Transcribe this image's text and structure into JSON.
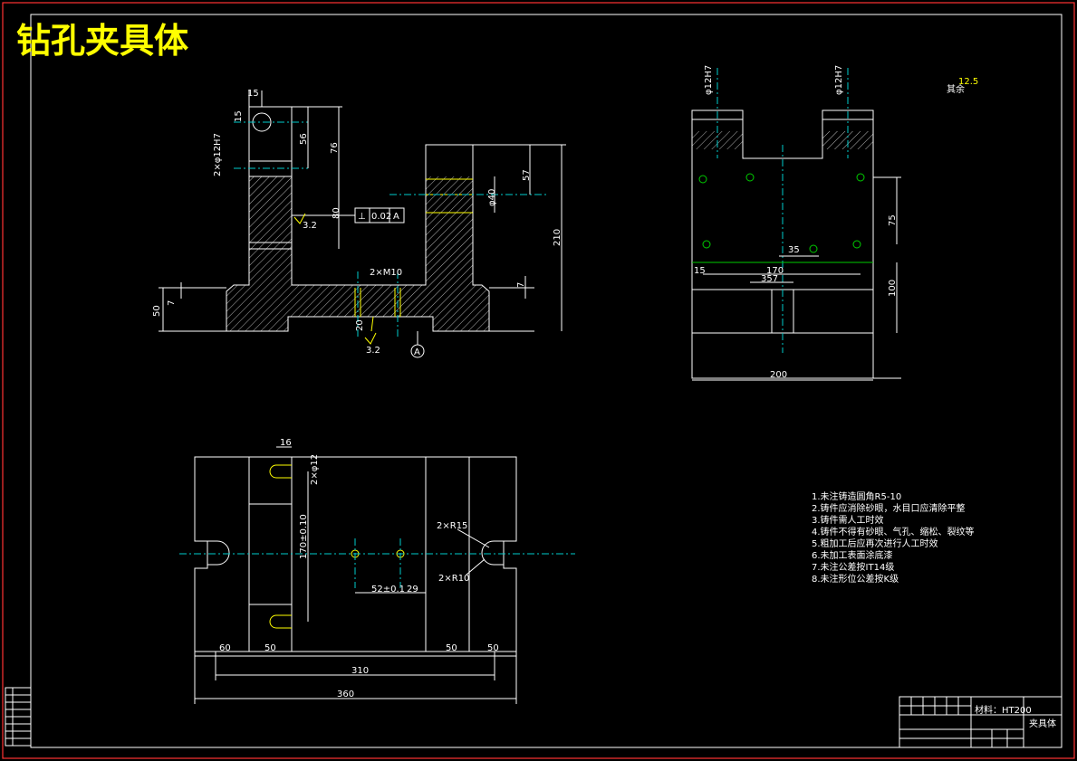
{
  "title": "钻孔夹具体",
  "front_view": {
    "dims": [
      "15",
      "15",
      "56",
      "76",
      "80",
      "210",
      "57",
      "7",
      "7",
      "50",
      "20",
      "2×M10",
      "φ40"
    ],
    "side_note": "2×φ12H7",
    "tolerance": {
      "symbol": "⊥",
      "value": "0.02",
      "datum": "A"
    },
    "roughness_1": "3.2",
    "roughness_2": "3.2",
    "datum_label": "A"
  },
  "side_view": {
    "dims": [
      "75",
      "15",
      "35",
      "170",
      "100",
      "200",
      "357"
    ],
    "top_notes": [
      "φ12H7",
      "φ12H7"
    ],
    "roughness_note": "其余",
    "roughness_value": "12.5"
  },
  "top_view": {
    "dims": [
      "16",
      "170±0.10",
      "52±0.1",
      "29",
      "60",
      "50",
      "50",
      "50",
      "310",
      "360"
    ],
    "callouts": [
      "2×R15",
      "2×R10"
    ],
    "slot_note": "2×φ12"
  },
  "tech_notes": [
    "1.未注铸造圆角R5-10",
    "2.铸件应消除砂眼，水目口应清除平整",
    "3.铸件需人工时效",
    "4.铸件不得有砂眼、气孔、缩松、裂纹等",
    "5.粗加工后应再次进行人工时效",
    "6.未加工表面涂底漆",
    "7.未注公差按IT14级",
    "8.未注形位公差按K级"
  ],
  "title_block": {
    "material": "材料：HT200",
    "part_name": "夹具体"
  },
  "colors": {
    "background": "#000000",
    "border": "#ff0000",
    "outline": "#ffffff",
    "center_line": "#00cccc",
    "hole_mark": "#00cc00",
    "title": "#ffff00"
  }
}
